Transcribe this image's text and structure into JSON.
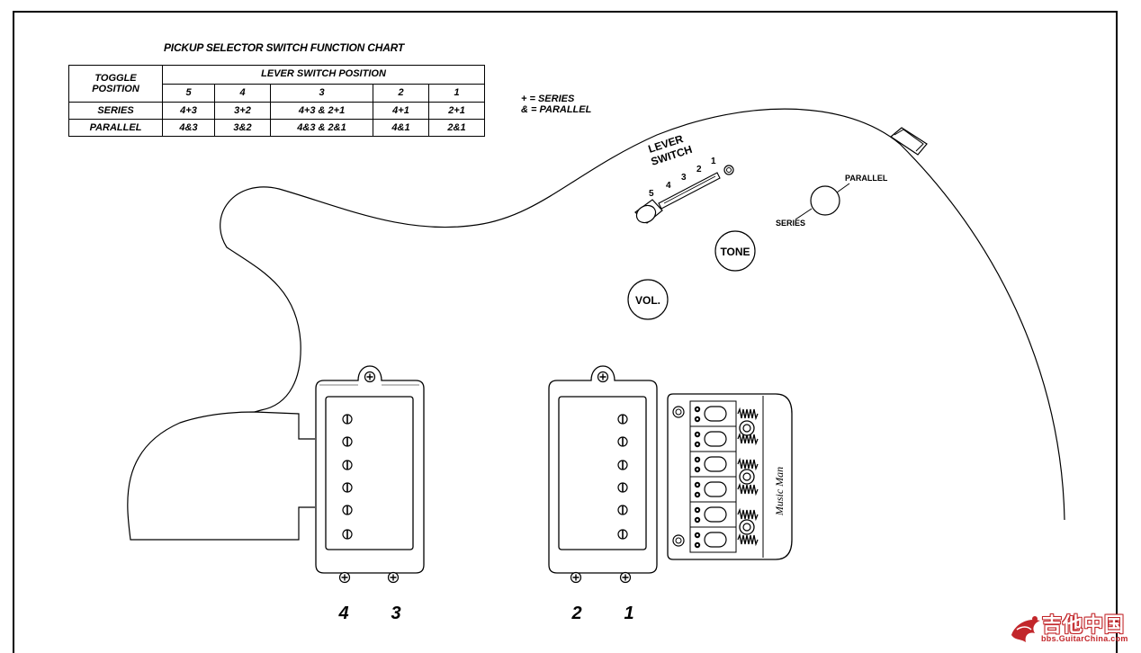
{
  "title": "PICKUP SELECTOR SWITCH FUNCTION CHART",
  "table": {
    "corner_header": "TOGGLE POSITION",
    "lever_header": "LEVER SWITCH POSITION",
    "positions": [
      "5",
      "4",
      "3",
      "2",
      "1"
    ],
    "rows": [
      {
        "label": "SERIES",
        "cells": [
          "4+3",
          "3+2",
          "4+3 & 2+1",
          "4+1",
          "2+1"
        ]
      },
      {
        "label": "PARALLEL",
        "cells": [
          "4&3",
          "3&2",
          "4&3 & 2&1",
          "4&1",
          "2&1"
        ]
      }
    ]
  },
  "legend": {
    "series": "+ = SERIES",
    "parallel": "& = PARALLEL"
  },
  "controls": {
    "lever_switch_label_1": "LEVER",
    "lever_switch_label_2": "SWITCH",
    "lever_positions": [
      "5",
      "4",
      "3",
      "2",
      "1"
    ],
    "tone": "TONE",
    "volume": "VOL.",
    "toggle_series": "SERIES",
    "toggle_parallel": "PARALLEL"
  },
  "pickups": {
    "coil_numbers": [
      "4",
      "3",
      "2",
      "1"
    ]
  },
  "bridge": {
    "brand_script": "Music Man"
  },
  "watermark": {
    "text": "吉他中国",
    "url": "bbs.GuitarChina.com"
  },
  "colors": {
    "line": "#000000",
    "background": "#ffffff",
    "watermark": "#c2262a"
  }
}
